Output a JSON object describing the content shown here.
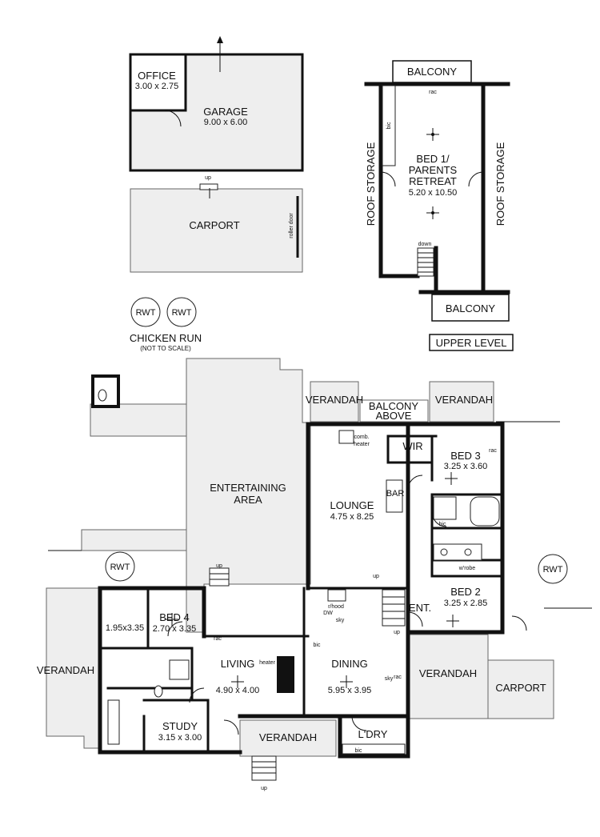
{
  "garage": {
    "office_name": "OFFICE",
    "office_dim": "3.00 x 2.75",
    "garage_name": "GARAGE",
    "garage_dim": "9.00 x 6.00",
    "up": "up",
    "carport": "CARPORT",
    "roller_door": "roller door"
  },
  "yard": {
    "rwt": "RWT",
    "chicken_run": "CHICKEN RUN",
    "not_to_scale": "(NOT TO SCALE)"
  },
  "upper": {
    "balcony_top": "BALCONY",
    "balcony_bottom": "BALCONY",
    "rac": "rac",
    "bic": "bic",
    "bed_line1": "BED 1/",
    "bed_line2": "PARENTS",
    "bed_line3": "RETREAT",
    "bed_dim": "5.20 x 10.50",
    "roof_storage": "ROOF STORAGE",
    "down": "down",
    "level_label": "UPPER LEVEL"
  },
  "ground": {
    "verandah": "VERANDAH",
    "balcony_above_1": "BALCONY",
    "balcony_above_2": "ABOVE",
    "entertaining_1": "ENTERTAINING",
    "entertaining_2": "AREA",
    "comb_heater_1": "comb.",
    "comb_heater_2": "heater",
    "lounge": "LOUNGE",
    "lounge_dim": "4.75 x 8.25",
    "bar": "BAR",
    "wir": "WIR",
    "bed3": "BED 3",
    "bed3_dim": "3.25 x 3.60",
    "bic": "bic",
    "wrobe": "w'robe",
    "bed2": "BED 2",
    "bed2_dim": "3.25 x 2.85",
    "ent": "ENT.",
    "up": "up",
    "rac": "rac",
    "bed4": "BED 4",
    "bed4_dim": "2.70 x 3.35",
    "room_dim": "1.95x3.35",
    "living": "LIVING",
    "living_dim": "4.90 x 4.00",
    "heater": "heater",
    "rhood": "r/hood",
    "dw": "DW",
    "sky": "sky",
    "dining": "DINING",
    "dining_dim": "5.95 x 3.95",
    "study": "STUDY",
    "study_dim": "3.15 x 3.00",
    "ldry": "L'DRY",
    "carport": "CARPORT"
  }
}
